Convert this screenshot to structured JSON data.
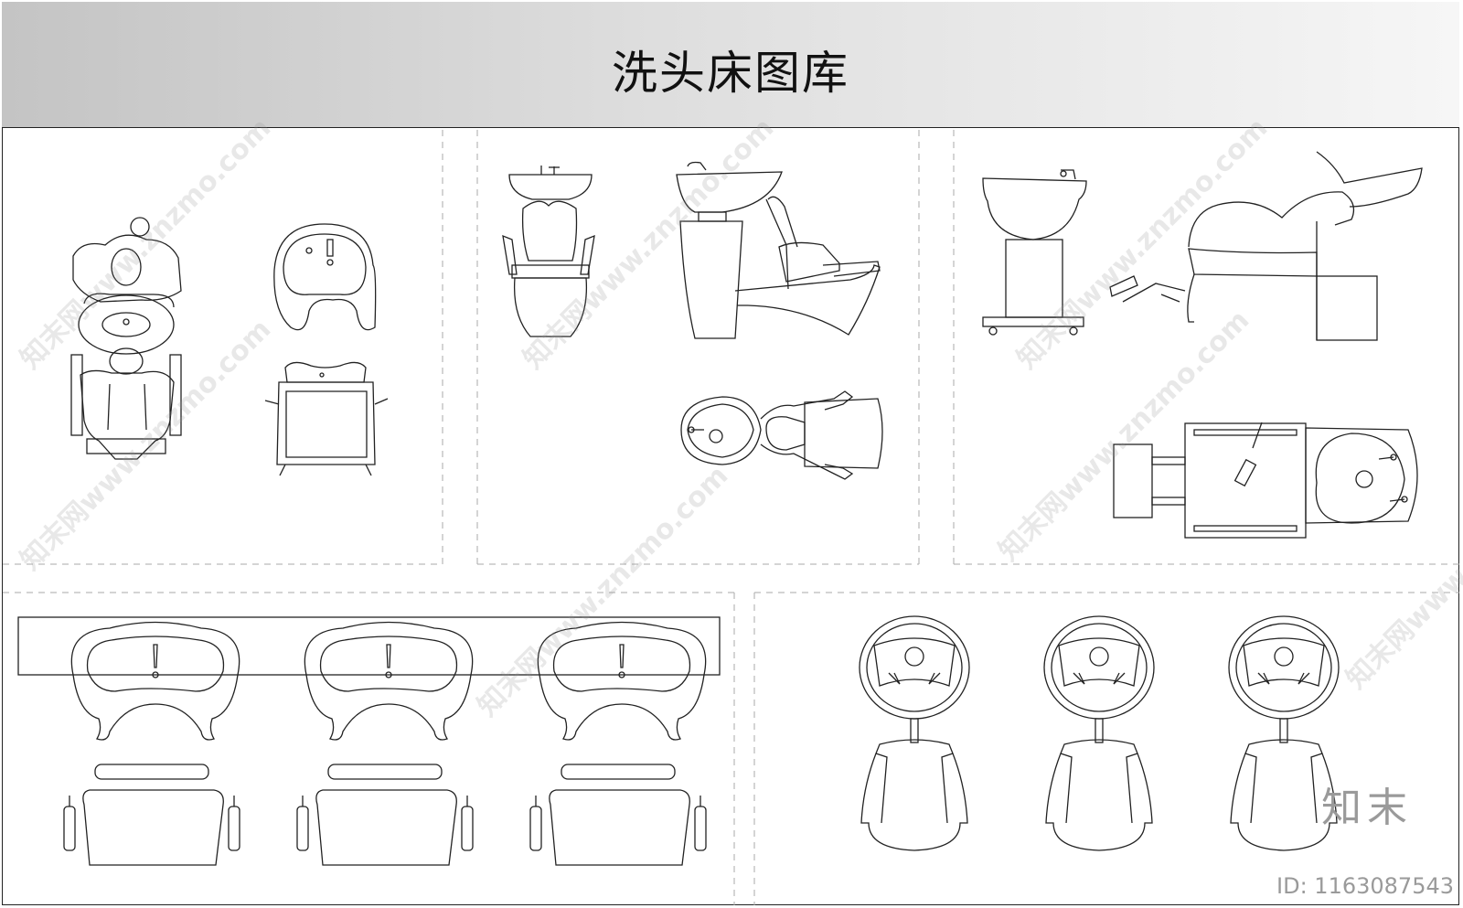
{
  "header": {
    "title": "洗头床图库"
  },
  "watermark": {
    "text": "知末网www.znzmo.com"
  },
  "branding": {
    "logo_text": "知末",
    "id_label": "ID: 1163087543"
  },
  "colors": {
    "line": "#222222",
    "divider": "#b0b0b0",
    "header_gradient_start": "#c4c4c4",
    "header_gradient_end": "#f6f6f6"
  },
  "drawings": [
    {
      "name": "top-view-with-figures",
      "group": 1
    },
    {
      "name": "basin-top-view",
      "group": 1
    },
    {
      "name": "chair-top-view",
      "group": 1
    },
    {
      "name": "basin-front-elevation",
      "group": 2
    },
    {
      "name": "basin-side-elevation",
      "group": 2
    },
    {
      "name": "unit-plan-view",
      "group": 2
    },
    {
      "name": "pedestal-basin-side",
      "group": 3
    },
    {
      "name": "reclining-chair-side",
      "group": 3
    },
    {
      "name": "reclining-chair-plan",
      "group": 3
    },
    {
      "name": "row-of-three-stations",
      "group": 4
    },
    {
      "name": "three-round-units",
      "group": 5
    }
  ]
}
